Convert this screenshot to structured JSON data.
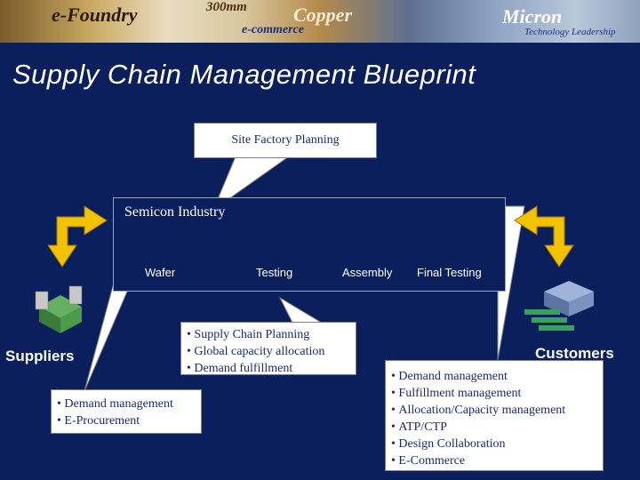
{
  "banner": {
    "left_text": "e-Foundry",
    "center_text_1": "300mm",
    "center_text_2": "Copper",
    "center_text_3": "e-commerce",
    "right_text": "Micron",
    "right_sub": "Technology Leadership"
  },
  "title": "Supply Chain Management Blueprint",
  "site_box": {
    "label": "Site Factory Planning"
  },
  "industry": {
    "label": "Semicon Industry",
    "stages": [
      "Wafer",
      "Testing",
      "Assembly",
      "Final Testing"
    ]
  },
  "suppliers": {
    "label": "Suppliers",
    "items": [
      "Demand management",
      "E-Procurement"
    ]
  },
  "customers": {
    "label": "Customers",
    "items": [
      "Demand management",
      "Fulfillment management",
      "Allocation/Capacity management",
      "ATP/CTP",
      "Design Collaboration",
      "E-Commerce"
    ]
  },
  "industry_callout": {
    "items": [
      "Supply Chain Planning",
      "Global capacity allocation",
      "Demand fulfillment"
    ]
  },
  "colors": {
    "background": "#0b1f5c",
    "arrow": "#f2c200",
    "box": "#ffffff",
    "box_text": "#1a2a7a"
  }
}
